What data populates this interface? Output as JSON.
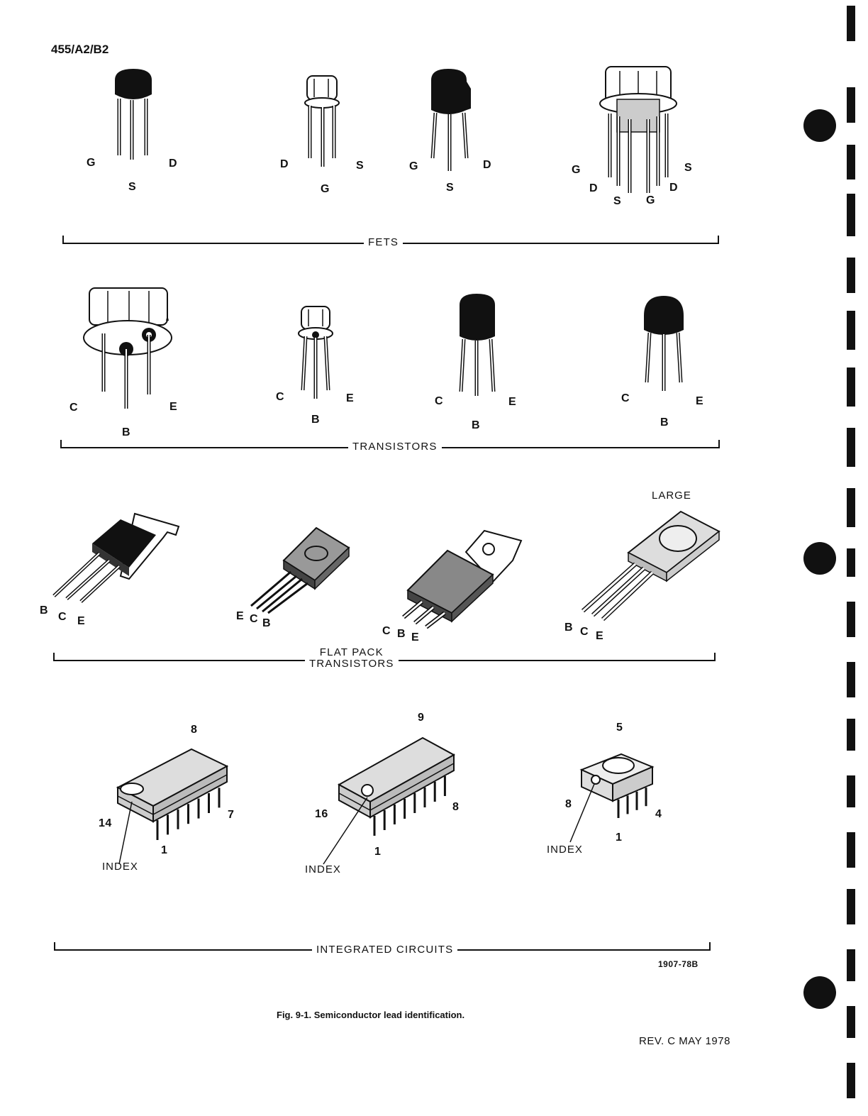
{
  "page_id": "455/A2/B2",
  "sections": {
    "fets": "FETS",
    "transistors": "TRANSISTORS",
    "flat_pack_line1": "FLAT PACK",
    "flat_pack_line2": "TRANSISTORS",
    "integrated_circuits": "INTEGRATED CIRCUITS"
  },
  "fets": [
    {
      "leads": [
        "G",
        "S",
        "D"
      ]
    },
    {
      "leads": [
        "D",
        "G",
        "S"
      ]
    },
    {
      "leads": [
        "G",
        "S",
        "D"
      ]
    },
    {
      "leads": [
        "G",
        "D",
        "S",
        "G",
        "D",
        "S"
      ]
    }
  ],
  "transistors": [
    {
      "leads": [
        "C",
        "B",
        "E"
      ]
    },
    {
      "leads": [
        "C",
        "B",
        "E"
      ]
    },
    {
      "leads": [
        "C",
        "B",
        "E"
      ]
    },
    {
      "leads": [
        "C",
        "B",
        "E"
      ]
    }
  ],
  "flat_pack": [
    {
      "leads": [
        "B",
        "C",
        "E"
      ]
    },
    {
      "leads": [
        "E",
        "C",
        "B"
      ]
    },
    {
      "leads": [
        "C",
        "B",
        "E"
      ]
    },
    {
      "leads": [
        "B",
        "C",
        "E"
      ],
      "label": "LARGE"
    }
  ],
  "ics": [
    {
      "top_pin": "8",
      "left_pin": "14",
      "right_pin": "7",
      "bottom_pin": "1",
      "index": "INDEX"
    },
    {
      "top_pin": "9",
      "left_pin": "16",
      "right_pin": "8",
      "bottom_pin": "1",
      "index": "INDEX"
    },
    {
      "top_pin": "5",
      "left_pin": "8",
      "right_pin": "4",
      "bottom_pin": "1",
      "index": "INDEX"
    }
  ],
  "figure_code": "1907-78B",
  "caption": "Fig. 9-1.  Semiconductor lead identification.",
  "revision": "REV. C MAY 1978"
}
